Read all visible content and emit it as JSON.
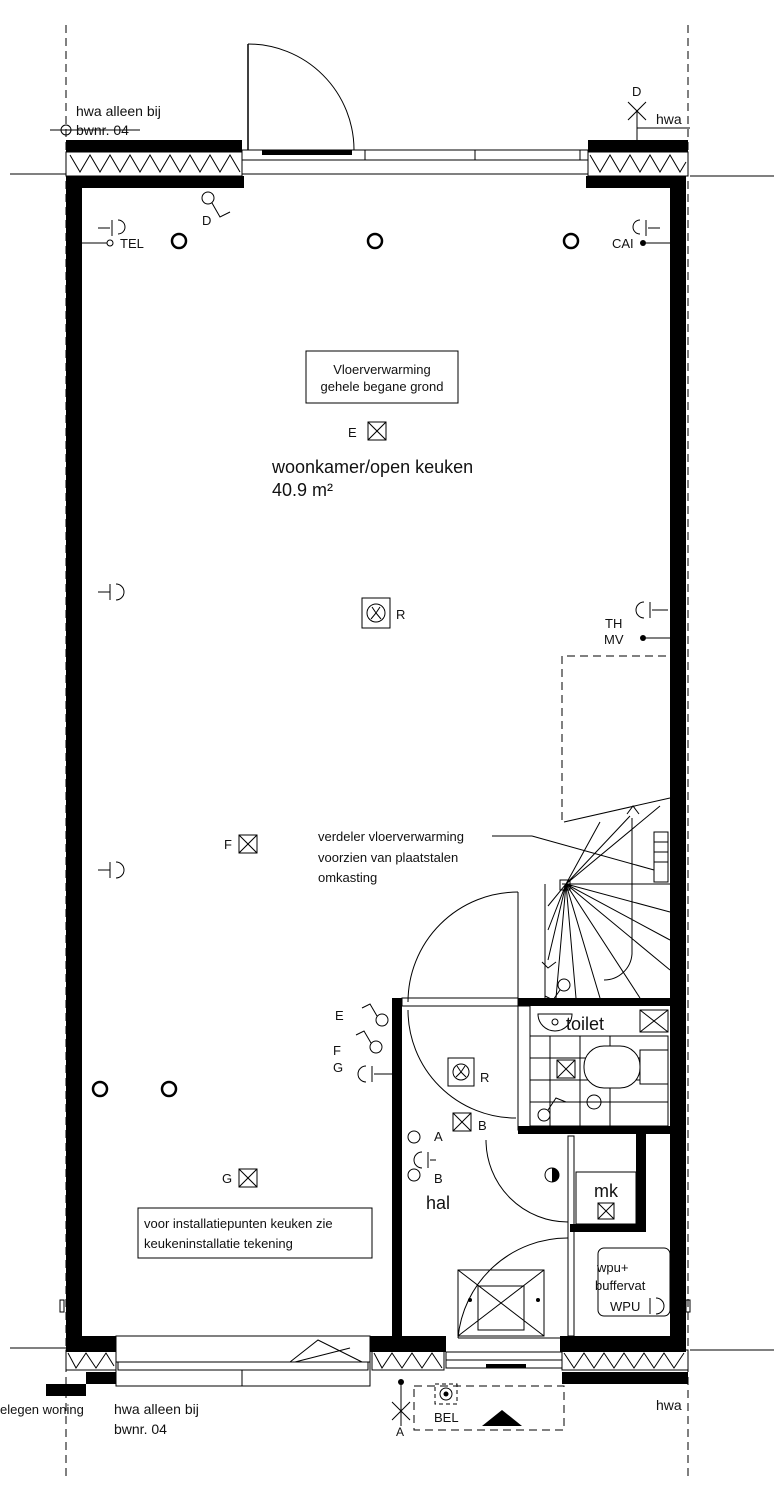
{
  "labels": {
    "hwa_top_left_line1": "hwa alleen bij",
    "hwa_top_left_line2": "bwnr. 04",
    "hwa_top_right": "hwa",
    "d_top_right": "D",
    "d_door": "D",
    "tel": "TEL",
    "cai": "CAI",
    "e_living": "E",
    "th": "TH",
    "mv": "MV",
    "r_living": "R",
    "f_living": "F",
    "g_living": "G",
    "e_hall": "E",
    "f_hall": "F",
    "g_hall": "G",
    "r_hall": "R",
    "a_hall": "A",
    "b_hall1": "B",
    "b_hall2": "B",
    "bel": "BEL",
    "a_bottom": "A",
    "neighbour": "elegen woning",
    "hwa_bottom_left_line1": "hwa alleen bij",
    "hwa_bottom_left_line2": "bwnr. 04",
    "hwa_bottom_right": "hwa"
  },
  "notes": {
    "floorheating_line1": "Vloerverwarming",
    "floorheating_line2": "gehele begane grond",
    "distributor_line1": "verdeler vloerverwarming",
    "distributor_line2": "voorzien van plaatstalen",
    "distributor_line3": "omkasting",
    "kitchen_line1": "voor installatiepunten keuken zie",
    "kitchen_line2": "keukeninstallatie tekening"
  },
  "rooms": {
    "living_name": "woonkamer/open keuken",
    "living_area": "40.9 m²",
    "toilet": "toilet",
    "hall": "hal",
    "mk": "mk",
    "wpu_line1": "wpu+",
    "wpu_line2": "buffervat",
    "wpu_code": "WPU"
  }
}
